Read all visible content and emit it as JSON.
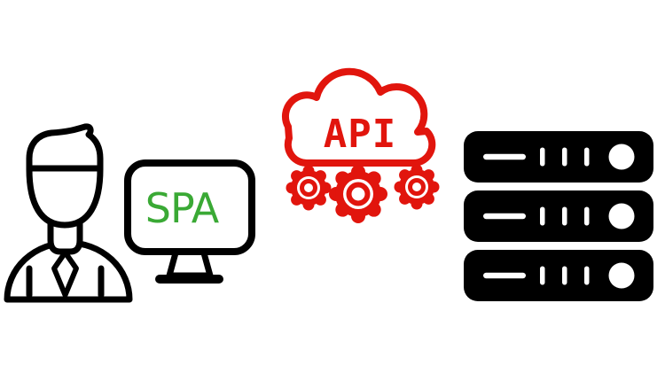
{
  "diagram": {
    "description": "architecture illustration: user with SPA client talking to cloud API backed by servers",
    "background_color": "#ffffff",
    "colors": {
      "outline_black": "#000000",
      "api_red": "#e1150d",
      "spa_green": "#3aa935"
    },
    "nodes": {
      "client": {
        "icons": [
          "user-icon",
          "monitor-icon"
        ],
        "label": "SPA",
        "label_color": "#3aa935"
      },
      "api": {
        "icons": [
          "cloud-icon",
          "gear-icon",
          "gear-icon",
          "gear-icon"
        ],
        "label": "API",
        "label_color": "#e1150d",
        "gear_count": 3
      },
      "backend": {
        "icons": [
          "server-stack-icon"
        ],
        "server_count": 3
      }
    }
  }
}
